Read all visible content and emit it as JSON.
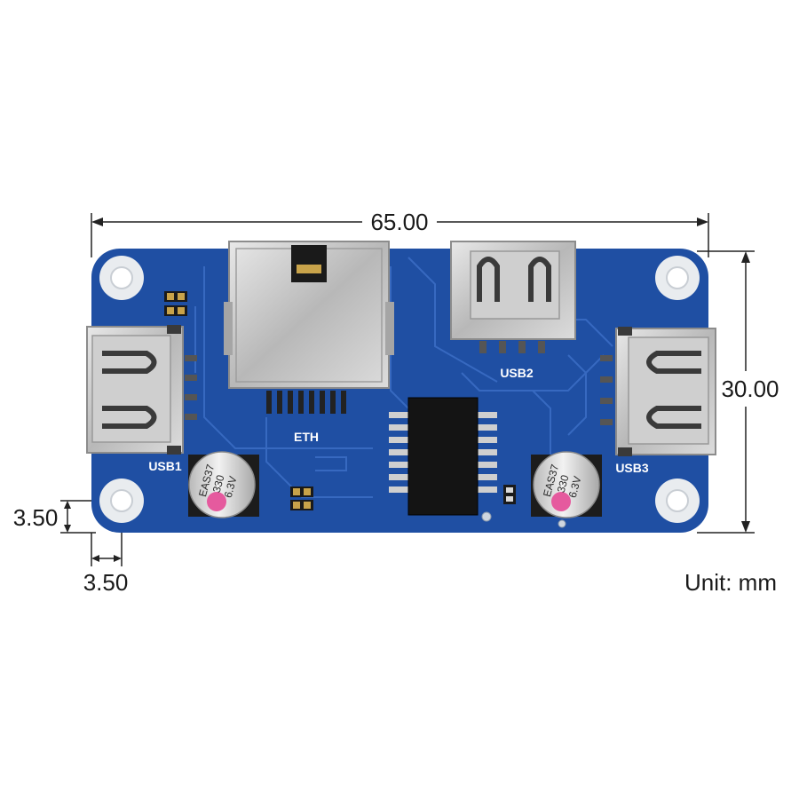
{
  "dimensions": {
    "width": "65.00",
    "height": "30.00",
    "hole_offset_y": "3.50",
    "hole_offset_x": "3.50",
    "unit": "Unit: mm"
  },
  "board": {
    "color": "#1f4fa3",
    "labels": {
      "usb1": "USB1",
      "usb2": "USB2",
      "usb3": "USB3",
      "eth": "ETH"
    },
    "capacitors": [
      {
        "line1": "EAS37",
        "line2": "330",
        "line3": "6.3V"
      },
      {
        "line1": "EAS37",
        "line2": "330",
        "line3": "6.3V"
      }
    ]
  }
}
